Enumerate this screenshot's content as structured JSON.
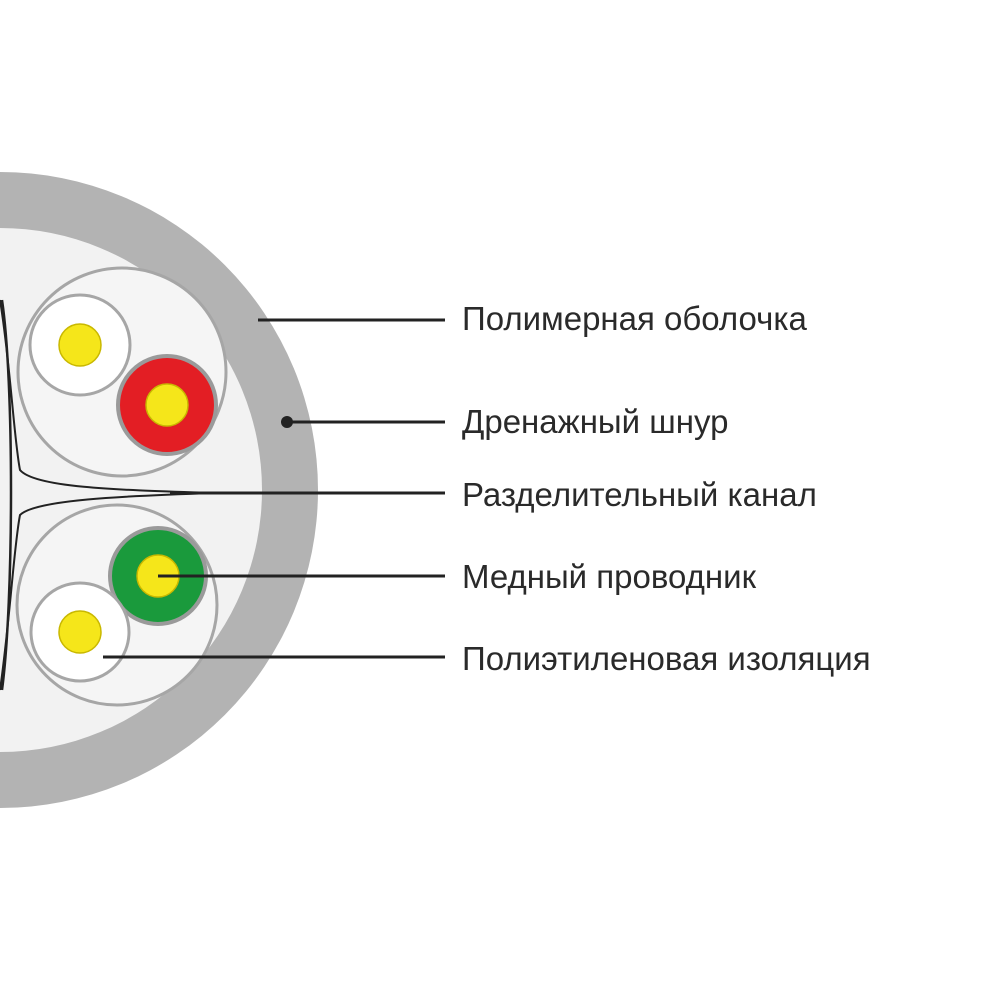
{
  "labels": {
    "sheath": "Полимерная оболочка",
    "drain": "Дренажный шнур",
    "channel": "Разделительный канал",
    "conductor": "Медный проводник",
    "insulation": "Полиэтиленовая изоляция"
  },
  "colors": {
    "sheath": "#b3b3b3",
    "inner_fill": "#f2f2f2",
    "pair_outline": "#a6a6a6",
    "conductor_yellow": "#f5e61a",
    "red_insulation": "#e31e24",
    "green_insulation": "#1a9a3c",
    "leader_line": "#222222"
  }
}
